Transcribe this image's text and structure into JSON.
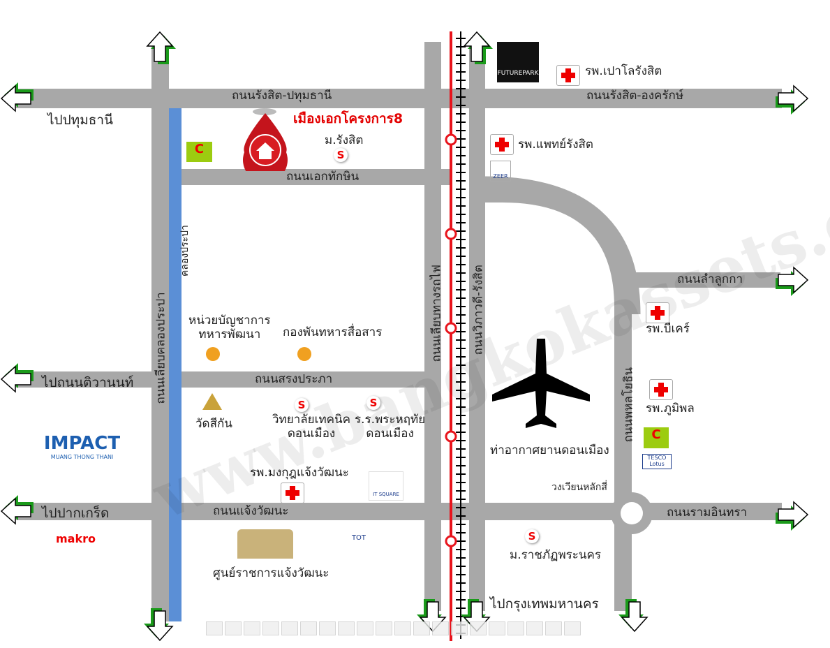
{
  "colors": {
    "road": "#a8a8a8",
    "canal": "#5b8fd6",
    "railway": "#e8141c",
    "arrow_accent": "#1a9a1a",
    "highlight_text": "#e30000"
  },
  "project": {
    "name": "เมืองเอกโครงการ8",
    "marker_icon": "home-pin-icon"
  },
  "roads": {
    "rangsit_pathum": "ถนนรังสิต-ปทุมธานี",
    "rangsit_ongkharak": "ถนนรังสิต-องครักษ์",
    "ekthakshin": "ถนนเอกทักษิน",
    "song_prapha": "ถนนสรงประภา",
    "chaeng_watthana": "ถนนแจ้งวัฒนะ",
    "lam_luk_ka": "ถนนลำลูกกา",
    "ram_intra": "ถนนรามอินทรา",
    "canal_side": "ถนนเลียบคลองประปา",
    "railway_side": "ถนนเลียบทางรถไฟ",
    "vibhavadi": "ถนนวิภาวดี-รังสิต",
    "phahonyothin": "ถนนพหลโยธิน",
    "canal": "คลองประปา"
  },
  "directions": {
    "pathum_thani": "ไปปทุมธานี",
    "tiwanon": "ไปถนนติวานนท์",
    "pak_kret": "ไปปากเกร็ด",
    "bangkok": "ไปกรุงเทพมหานคร"
  },
  "places": {
    "rangsit_univ": "ม.รังสิต",
    "paolo": "รพ.เปาโลรังสิต",
    "phaet_rangsit": "รพ.แพทย์รังสิต",
    "bangkok_bank_unit": "หน่วยบัญชาการ\nทหารพัฒนา",
    "signal_battalion": "กองพันทหารสื่อสาร",
    "wat_si_kan": "วัดสีกัน",
    "tech_college": "วิทยาลัยเทคนิค\nดอนเมือง",
    "phra_harathai": "ร.ร.พระหฤทัย\nดอนเมือง",
    "mongkut_hospital": "รพ.มงกุฎแจ้งวัฒนะ",
    "gov_center": "ศูนย์ราชการแจ้งวัฒนะ",
    "airport": "ท่าอากาศยานดอนเมือง",
    "bhumibol": "รพ.ภูมิพล",
    "bhumibol_b": "รพ.บีเคร์",
    "lak_si_circle": "วงเวียนหลักสี่",
    "rajabhat": "ม.ราชภัฏพระนคร"
  },
  "logos": {
    "future_park": "FUTUREPARK",
    "zeer": "ZEER",
    "impact": "IMPACT",
    "impact_sub": "MUANG THONG THANI",
    "makro": "makro",
    "it_square": "IT SQUARE",
    "tot": "TOT",
    "tesco": "TESCO Lotus",
    "big_c": "C"
  },
  "school_icon": "S",
  "watermark": "www.bangkokassets.com",
  "thumbnail_count": 20
}
